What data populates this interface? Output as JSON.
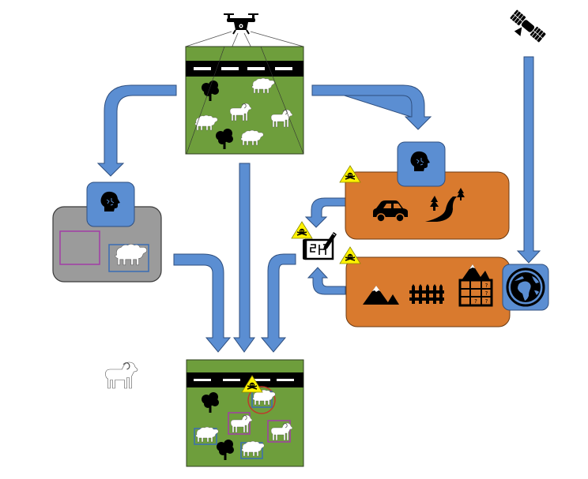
{
  "diagram": {
    "title": "",
    "colors": {
      "arrow": "#5B8ED2",
      "field": "#6E9E3C",
      "road": "#000000",
      "context_box": "#D97A2E",
      "detector_box": "#9B9B9B",
      "model_tile": "#5B8ED2",
      "warning": "#FFF200",
      "box_ram": "#A23DA6",
      "box_ewe": "#3A6DB5",
      "error_circle": "#C0392B"
    },
    "nodes": [
      {
        "id": "drone",
        "icon": "drone-icon"
      },
      {
        "id": "satellite",
        "icon": "satellite-icon"
      },
      {
        "id": "input-image",
        "content": [
          "road",
          "tree",
          "tree",
          "sheep",
          "ram",
          "sheep",
          "ram",
          "sheep"
        ]
      },
      {
        "id": "object-detector",
        "model_icon": "brain-head-icon",
        "classes": [
          "ram",
          "sheep"
        ]
      },
      {
        "id": "scene-context",
        "model_icon": "brain-head-icon",
        "icons": [
          "car-icon",
          "road-trees-icon"
        ],
        "warning": true
      },
      {
        "id": "geo-context",
        "icons": [
          "mountain-icon",
          "fence-icon",
          "unknown-map-icon"
        ],
        "warning": true,
        "source_icon": "globe-icon"
      },
      {
        "id": "rule-checker",
        "icon": "blueprint-edit-icon",
        "warning": true
      },
      {
        "id": "output-image",
        "detections": [
          {
            "label": "sheep",
            "box": "blue",
            "flagged": true
          },
          {
            "label": "ram",
            "box": "magenta",
            "flagged": false
          },
          {
            "label": "ram",
            "box": "magenta",
            "flagged": false
          },
          {
            "label": "sheep",
            "box": "blue",
            "flagged": false
          },
          {
            "label": "sheep",
            "box": "blue",
            "flagged": false
          }
        ]
      }
    ],
    "edges": [
      {
        "from": "input-image",
        "to": "object-detector"
      },
      {
        "from": "input-image",
        "to": "scene-context"
      },
      {
        "from": "input-image",
        "to": "output-image"
      },
      {
        "from": "object-detector",
        "to": "output-image"
      },
      {
        "from": "rule-checker",
        "to": "output-image"
      },
      {
        "from": "scene-context",
        "to": "rule-checker"
      },
      {
        "from": "geo-context",
        "to": "rule-checker"
      },
      {
        "from": "satellite",
        "to": "geo-context"
      }
    ]
  }
}
